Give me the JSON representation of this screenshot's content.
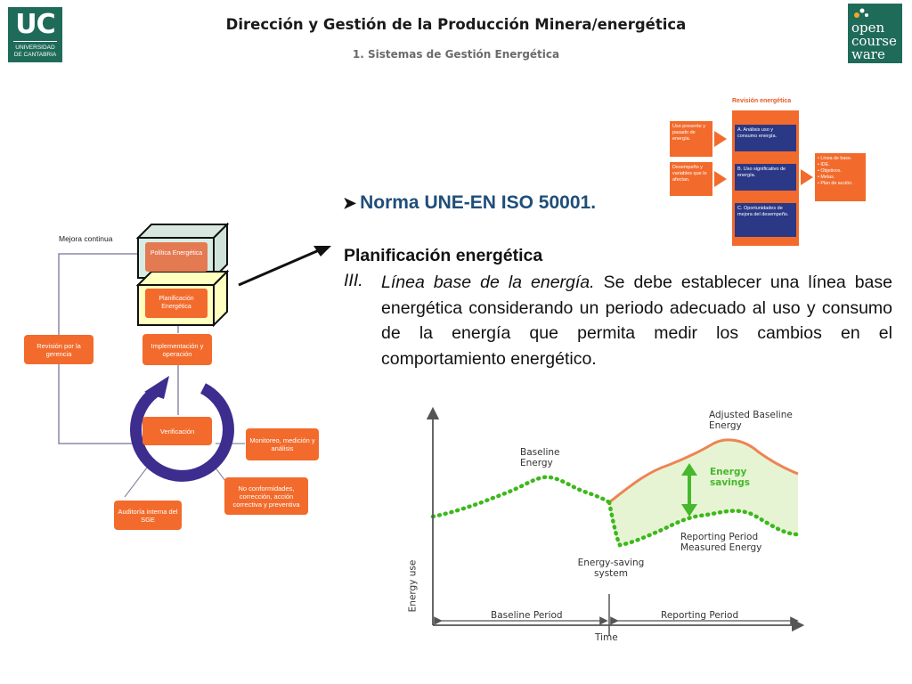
{
  "header": {
    "title": "Dirección y Gestión de la Producción Minera/energética",
    "subtitle": "1. Sistemas de Gestión Energética",
    "uc_logo": {
      "mark": "UC",
      "line1": "UNIVERSIDAD",
      "line2": "DE CANTABRIA"
    },
    "ocw_logo": {
      "word1": "open",
      "word2": "course",
      "word3": "ware"
    }
  },
  "content": {
    "bullet_icon": "arrow-bullet-icon",
    "norma": "Norma UNE-EN ISO 50001.",
    "section_heading": "Planificación energética",
    "numeral": "III.",
    "body_italic": "Línea base de la energía.",
    "body_rest": " Se debe establecer una línea base energética considerando un periodo adecuado al uso y consumo de la energía que permita medir los cambios en el comportamiento energético."
  },
  "revision_diagram": {
    "title": "Revisión energética",
    "inputs": [
      "Uso presente y pasado de energía.",
      "Desempeño y variables que lo afectan."
    ],
    "steps": [
      "A. Análisis uso y consumo energía.",
      "B. Uso significativo de energía.",
      "C. Oportunidades de mejora del desempeño."
    ],
    "outputs": [
      "• Línea de base.",
      "• IDE.",
      "• Objetivos.",
      "• Metas.",
      "• Plan de acción."
    ],
    "colors": {
      "orange": "#f26b2c",
      "navy": "#2a3886"
    }
  },
  "cycle_diagram": {
    "mejora_continua": "Mejora continua",
    "politica": "Política Energética",
    "planificacion": "Planificación Energética",
    "implementacion": "Implementación y operación",
    "verificacion": "Verificación",
    "revision": "Revisión por la gerencia",
    "monitoreo": "Monitoreo, medición y análisis",
    "no_conformidades": "No conformidades, corrección, acción correctiva y preventiva",
    "auditoria": "Auditoría interna del SGE",
    "colors": {
      "orange": "#f26b2c",
      "purple": "#3d2d8e",
      "highlight": "#ffffc0"
    }
  },
  "energy_chart": {
    "y_label": "Energy use",
    "x_label": "Time",
    "baseline_label": "Baseline Energy",
    "adjusted_label": "Adjusted Baseline Energy",
    "savings_label": "Energy savings",
    "measured_label": "Reporting Period Measured Energy",
    "system_label": "Energy-saving system",
    "baseline_period": "Baseline Period",
    "reporting_period": "Reporting Period",
    "colors": {
      "baseline": "#3db81c",
      "adjusted": "#ee8454",
      "savings_fill": "#e6f4d4",
      "arrow": "#45b82b"
    }
  }
}
